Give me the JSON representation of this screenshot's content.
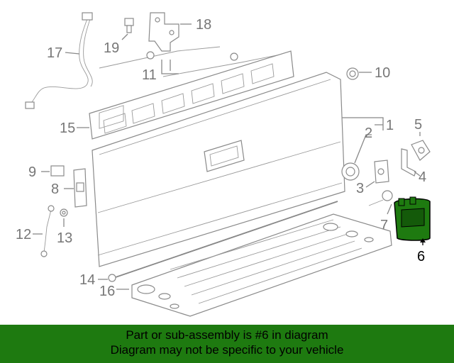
{
  "callouts": {
    "c1": "1",
    "c2": "2",
    "c3": "3",
    "c4": "4",
    "c5": "5",
    "c6": "6",
    "c7": "7",
    "c8": "8",
    "c9": "9",
    "c10": "10",
    "c11": "11",
    "c12": "12",
    "c13": "13",
    "c14": "14",
    "c15": "15",
    "c16": "16",
    "c17": "17",
    "c18": "18",
    "c19": "19"
  },
  "highlight_part": "6",
  "colors": {
    "banner": "#1e7a10",
    "highlight": "#1e7a10",
    "line": "#888888"
  },
  "banner": {
    "line1": "Part or sub-assembly is #6 in diagram",
    "line2": "Diagram may not be specific to your vehicle"
  }
}
